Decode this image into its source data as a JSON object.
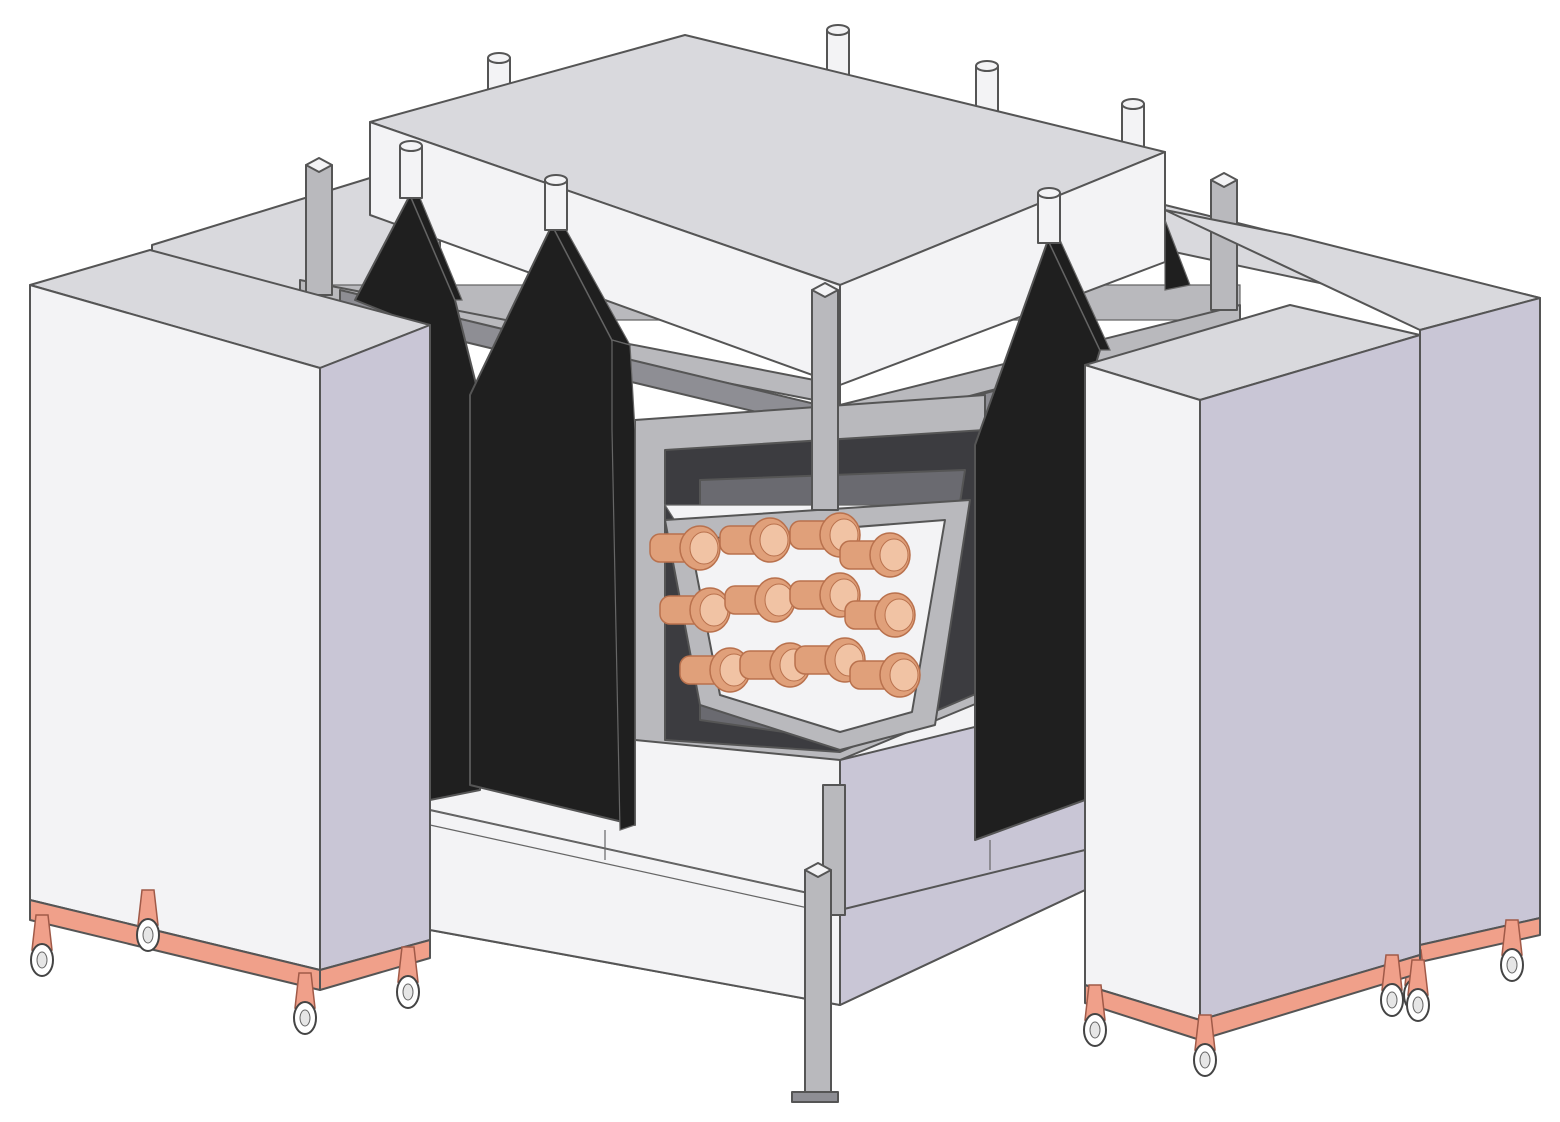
{
  "figure": {
    "palette": {
      "panel_light": "#f3f3f5",
      "panel_side": "#c9c6d6",
      "panel_top": "#d9d9dd",
      "frame_gray": "#b9b9bd",
      "frame_dark": "#8e8e94",
      "black_shield": "#1f1f1f",
      "copper": "#e0a07a",
      "copper_dark": "#b9714d",
      "copper_light": "#f1c3a4",
      "base_plate": "#f0a08a",
      "cavity_dark": "#3c3c40",
      "cavity_wall": "#6a6a70"
    },
    "wheel_count": 12,
    "copper_tube_count": 12,
    "support_post_count": 10
  }
}
